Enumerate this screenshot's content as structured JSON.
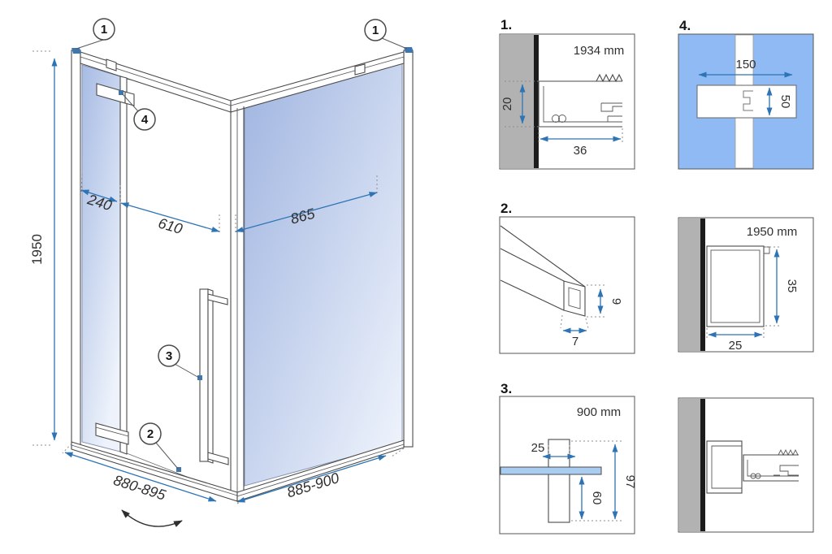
{
  "colors": {
    "dimension_blue": "#2e74b5",
    "leader_dot_blue": "#3f76ad",
    "glass_blue": "#8fbaf3",
    "shelf_blue": "#a9cdf0",
    "wall_gray": "#b2b2b2",
    "line_dark": "#4a4a4a"
  },
  "main_drawing": {
    "callout_1_left": "1",
    "callout_1_right": "1",
    "callout_2": "2",
    "callout_3": "3",
    "callout_4": "4",
    "dim_height": "1950",
    "dim_fixed_panel": "240",
    "dim_door": "610",
    "dim_side_panel": "865",
    "dim_front_range": "880-895",
    "dim_side_range": "885-900"
  },
  "detail_panels": {
    "panel_1": {
      "label": "1.",
      "profile_length": "1934 mm",
      "dim_depth": "20",
      "dim_width": "36"
    },
    "panel_2": {
      "label": "2.",
      "dim_height": "9",
      "dim_width": "7"
    },
    "panel_3": {
      "label": "3.",
      "shelf_length": "900 mm",
      "dim_post_width": "25",
      "dim_below_glass": "60",
      "dim_total": "97"
    },
    "panel_4": {
      "label": "4.",
      "dim_width": "150",
      "dim_height": "50"
    },
    "panel_wall_profile": {
      "profile_length": "1950 mm",
      "dim_height": "35",
      "dim_width": "25"
    }
  }
}
